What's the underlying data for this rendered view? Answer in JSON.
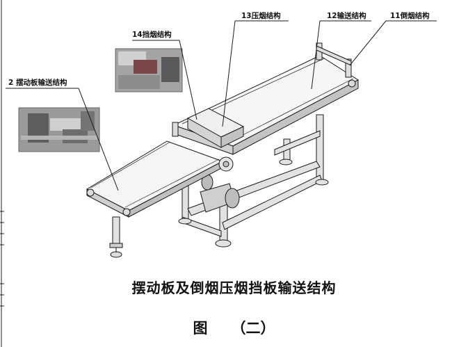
{
  "labels": {
    "l2": "2  摆动板输送结构",
    "l14": "14挡烟结构",
    "l13": "13压烟结构",
    "l12": "12输送结构",
    "l11": "11倒烟结构"
  },
  "caption": {
    "title": "摆动板及倒烟压烟挡板输送结构",
    "figure_word": "图",
    "figure_number": "（二）"
  },
  "colors": {
    "line": "#1a1a1a",
    "photo_bg": "#8f8f8f",
    "belt": "#f4f4f4",
    "frame": "#d6d6d6"
  }
}
